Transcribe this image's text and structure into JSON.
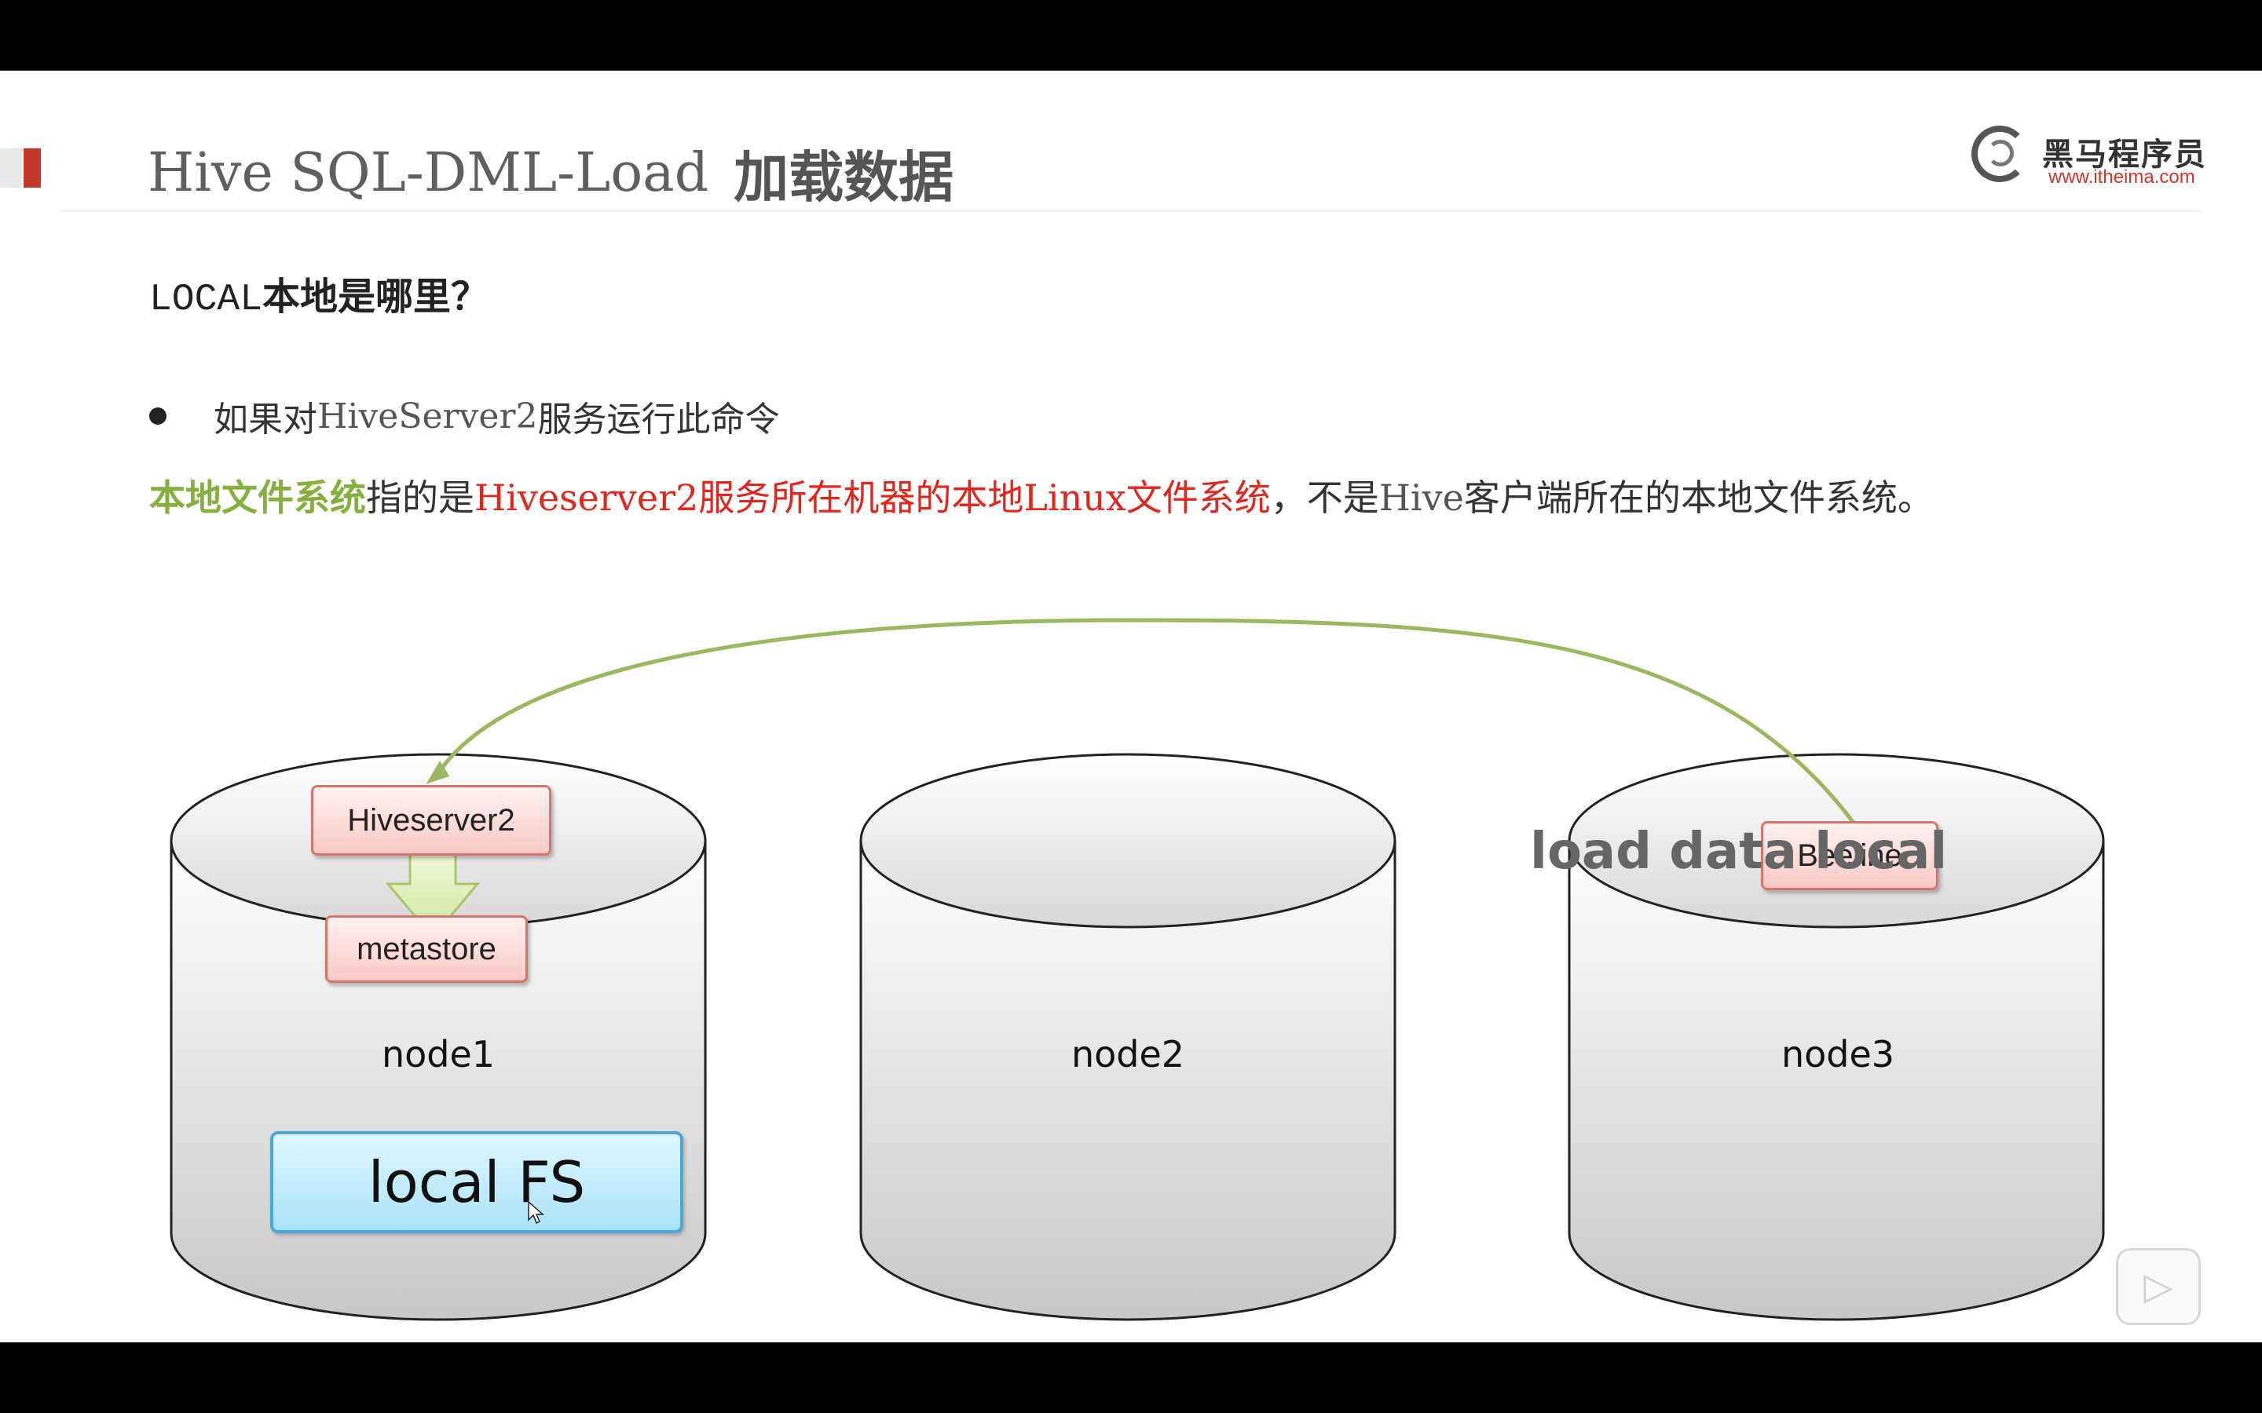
{
  "slide": {
    "title_prefix": "Hive SQL-DML-Load",
    "title_cn": "加载数据",
    "logo": {
      "brand": "黑马程序员",
      "url": "www.itheima.com"
    },
    "subheading": {
      "prefix": "LOCAL",
      "text": "本地是哪里？"
    },
    "bullet": {
      "pre": "如果对",
      "mono": "HiveServer2",
      "post": "服务运行此命令"
    },
    "description": {
      "green": "本地文件系统",
      "mid": "指的是",
      "red_mono": "Hiveserver2",
      "red_cn1": "服务所在机器的本地",
      "red_mono2": "Linux",
      "red_cn2": "文件系统",
      "tail1": "，不是",
      "tail_mono": "Hive",
      "tail2": "客户端所在的本地文件系统。"
    }
  },
  "diagram": {
    "nodes": [
      {
        "label": "node1"
      },
      {
        "label": "node2"
      },
      {
        "label": "node3"
      }
    ],
    "services": {
      "hiveserver2": "Hiveserver2",
      "metastore": "metastore",
      "beeline": "Beeline"
    },
    "local_fs": "local FS",
    "arrow_label": "load data local"
  },
  "player": {
    "tools": [
      "prev-icon",
      "next-icon",
      "pen-icon",
      "slides-icon",
      "zoom-icon",
      "more-icon"
    ],
    "play_icon": "play-icon"
  },
  "colors": {
    "accent_red": "#c0392b",
    "green": "#86b03e",
    "red_text": "#e0271d",
    "arrow_green": "#9bb760"
  }
}
